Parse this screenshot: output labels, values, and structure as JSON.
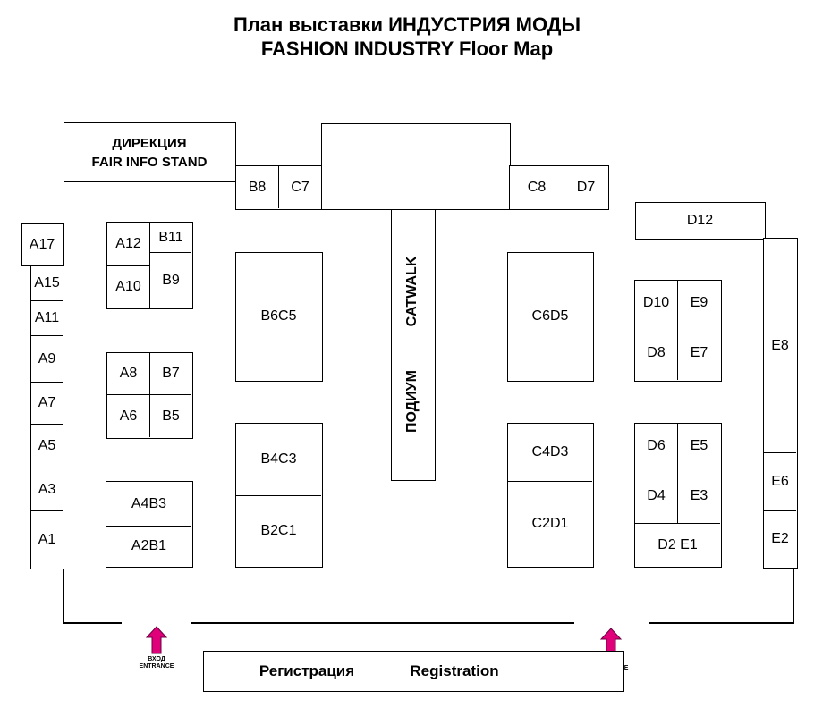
{
  "title": {
    "line1": "План выставки ИНДУСТРИЯ МОДЫ",
    "line2": "FASHION INDUSTRY Floor Map"
  },
  "info_stand": {
    "ru": "ДИРЕКЦИЯ",
    "en": "FAIR INFO STAND"
  },
  "catwalk": {
    "en": "CATWALK",
    "ru": "ПОДИУМ"
  },
  "booths": {
    "B8": "B8",
    "C7": "C7",
    "C8": "C8",
    "D7": "D7",
    "D12": "D12",
    "A17": "A17",
    "A15": "A15",
    "A11": "A11",
    "A9": "A9",
    "A7": "A7",
    "A5": "A5",
    "A3": "A3",
    "A1": "A1",
    "A12": "A12",
    "B11": "B11",
    "A10": "A10",
    "B9": "B9",
    "A8": "A8",
    "B7": "B7",
    "A6": "A6",
    "B5": "B5",
    "A4B3": "A4B3",
    "A2B1": "A2B1",
    "B6C5": "B6C5",
    "B4C3": "B4C3",
    "B2C1": "B2C1",
    "C6D5": "C6D5",
    "C4D3": "C4D3",
    "C2D1": "C2D1",
    "D10": "D10",
    "E9": "E9",
    "D8": "D8",
    "E7": "E7",
    "D6": "D6",
    "E5": "E5",
    "D4": "D4",
    "E3": "E3",
    "D2E1": "D2 E1",
    "E8": "E8",
    "E6": "E6",
    "E2": "E2"
  },
  "entrance": {
    "ru": "ВХОД",
    "en": "ENTRANCE"
  },
  "registration": {
    "ru": "Регистрация",
    "en": "Registration"
  },
  "colors": {
    "arrow": "#e0007a",
    "lines": "#000000"
  }
}
